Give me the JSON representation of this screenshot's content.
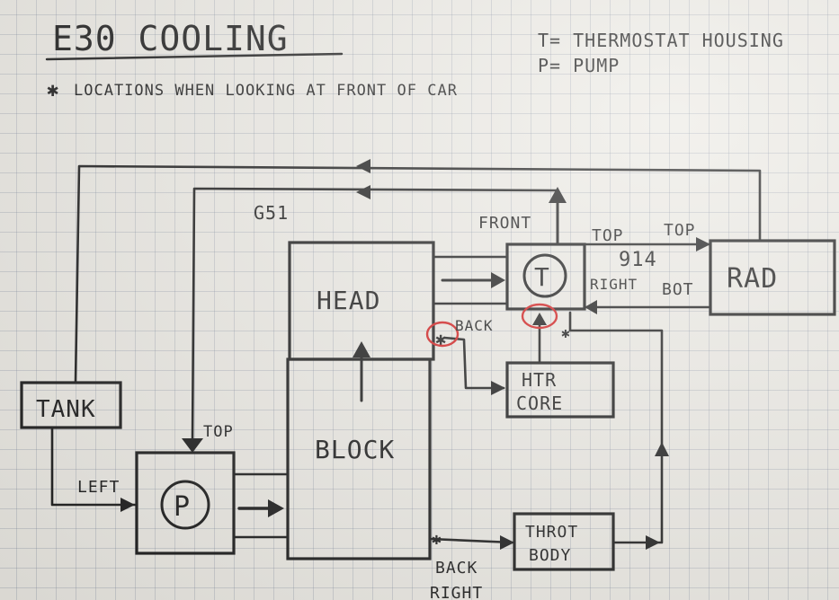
{
  "title": "E30 COOLING",
  "note": "LOCATIONS WHEN LOOKING AT FRONT OF CAR",
  "legend": {
    "line1": "T= THERMOSTAT HOUSING",
    "line2": "P= PUMP"
  },
  "nodes": {
    "tank": "TANK",
    "pump": "P",
    "head": "HEAD",
    "block": "BLOCK",
    "thermostat": "T",
    "rad": "RAD",
    "heater_core_line1": "HTR",
    "heater_core_line2": "CORE",
    "throttle_body_line1": "THROT",
    "throttle_body_line2": "BODY"
  },
  "labels": {
    "g51": "G51",
    "front": "FRONT",
    "top_a": "TOP",
    "top_b": "TOP",
    "num914": "914",
    "right_a": "RIGHT",
    "bot": "BOT",
    "back_a": "BACK",
    "pump_top": "TOP",
    "left": "LEFT",
    "back_b": "BACK",
    "right_b": "RIGHT"
  },
  "colors": {
    "ink": "#1a1a1a",
    "highlight": "#d21e1e",
    "paper": "#eceae4"
  }
}
